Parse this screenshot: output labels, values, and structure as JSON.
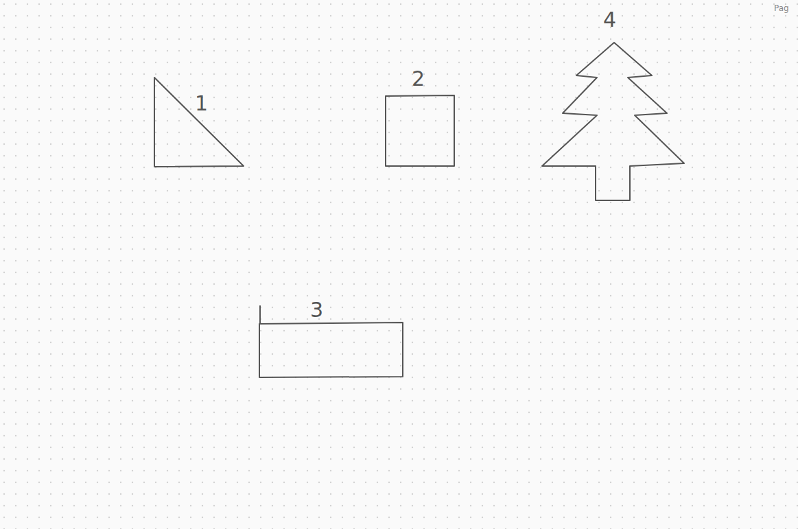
{
  "diagram": {
    "labels": [
      "Pag",
      "4",
      "1",
      "2",
      "3"
    ]
  }
}
